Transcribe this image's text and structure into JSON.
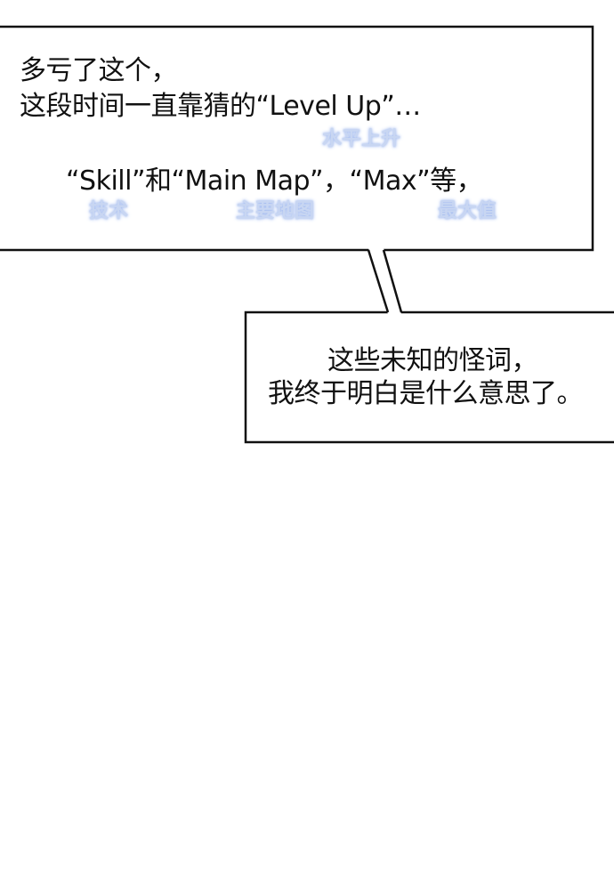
{
  "panel": {
    "box1": {
      "line1": "多亏了这个，",
      "line2": "这段时间一直靠猜的“Level Up”…",
      "line3": "“Skill”和“Main Map”，“Max”等，",
      "gloss_level_up": "水平上升",
      "gloss_skill": "技术",
      "gloss_main_map": "主要地图",
      "gloss_max": "最大值"
    },
    "box2": {
      "line1": "这些未知的怪词，",
      "line2": "我终于明白是什么意思了。"
    }
  }
}
